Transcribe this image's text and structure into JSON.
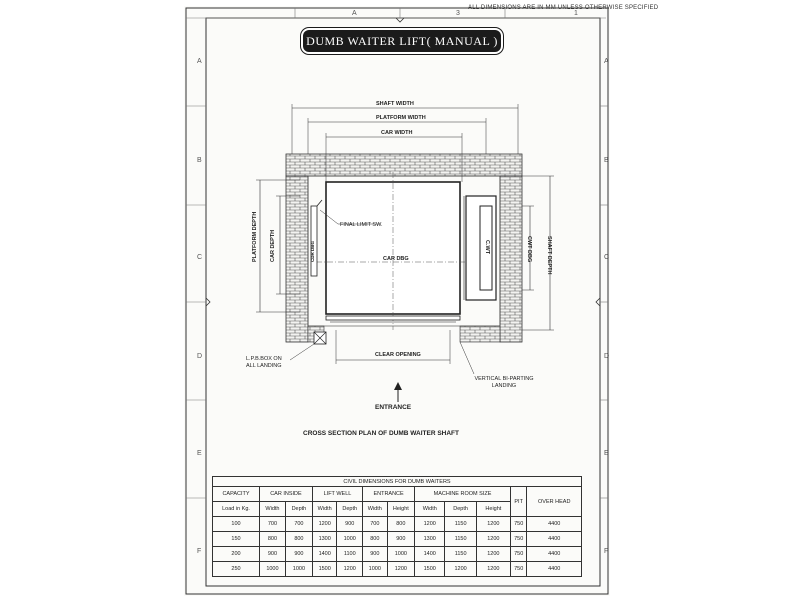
{
  "note_top": "ALL DIMENSIONS ARE IN  MM UNLESS OTHERWISE SPECIFIED",
  "title": "DUMB WAITER LIFT( MANUAL )",
  "grid": {
    "top": [
      "A",
      "3",
      "1"
    ],
    "left": [
      "A",
      "B",
      "C",
      "D",
      "E",
      "F"
    ],
    "right": [
      "A",
      "B",
      "C",
      "D",
      "E",
      "F"
    ]
  },
  "plan": {
    "shaft_width": "SHAFT WIDTH",
    "platform_width": "PLATFORM WIDTH",
    "car_width": "CAR WIDTH",
    "car_depth": "CAR DEPTH",
    "platform_depth": "PLATFORM DEPTH",
    "shaft_depth": "SHAFT DEPTH",
    "cwt_dbg": "CWT DBG",
    "cwt": "C.WT",
    "final_limit": "FINAL LIMIT SW.",
    "car_dbg": "CAR DBG",
    "dbg_left": "CDR DBG",
    "lpb_box": "L.P.B.BOX ON ALL LANDING",
    "clear_opening": "CLEAR OPENING",
    "bi_parting": "VERTICAL BI-PARTING LANDING",
    "entrance": "ENTRANCE"
  },
  "caption": "CROSS SECTION PLAN OF DUMB WAITER SHAFT",
  "table": {
    "title": "CIVIL DIMENSIONS FOR DUMB WAITERS",
    "groups": [
      "CAPACITY",
      "CAR INSIDE",
      "LIFT WELL",
      "ENTRANCE",
      "MACHINE ROOM SIZE",
      "PIT",
      "OVER HEAD"
    ],
    "subheaders": [
      "Load in Kg.",
      "Width",
      "Depth",
      "Width",
      "Depth",
      "Width",
      "Height",
      "Width",
      "Depth",
      "Height"
    ],
    "rows": [
      [
        "100",
        "700",
        "700",
        "1200",
        "900",
        "700",
        "800",
        "1200",
        "1150",
        "1200",
        "750",
        "4400"
      ],
      [
        "150",
        "800",
        "800",
        "1300",
        "1000",
        "800",
        "900",
        "1300",
        "1150",
        "1200",
        "750",
        "4400"
      ],
      [
        "200",
        "900",
        "900",
        "1400",
        "1100",
        "900",
        "1000",
        "1400",
        "1150",
        "1200",
        "750",
        "4400"
      ],
      [
        "250",
        "1000",
        "1000",
        "1500",
        "1200",
        "1000",
        "1200",
        "1500",
        "1200",
        "1200",
        "750",
        "4400"
      ]
    ]
  }
}
